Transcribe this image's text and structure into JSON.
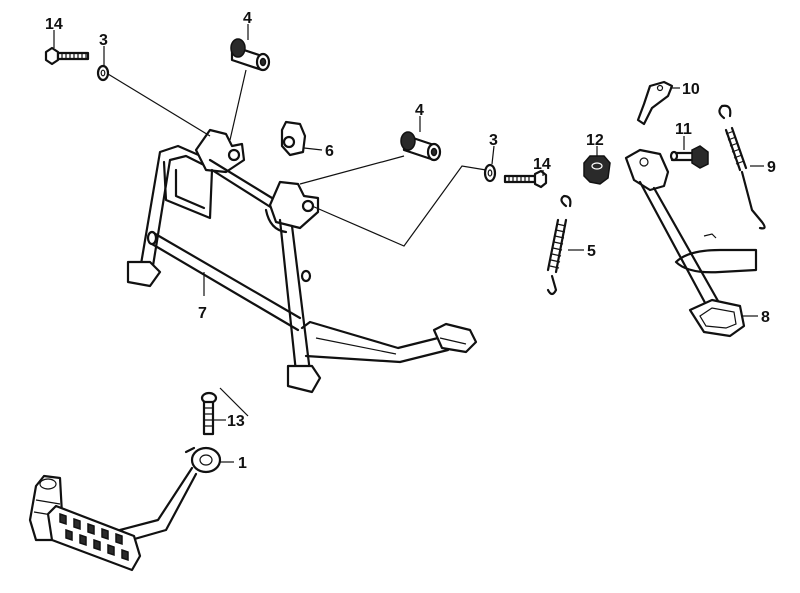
{
  "diagram": {
    "callouts": [
      {
        "id": "c14a",
        "label": "14"
      },
      {
        "id": "c3a",
        "label": "3"
      },
      {
        "id": "c4a",
        "label": "4"
      },
      {
        "id": "c6",
        "label": "6"
      },
      {
        "id": "c4b",
        "label": "4"
      },
      {
        "id": "c3b",
        "label": "3"
      },
      {
        "id": "c14b",
        "label": "14"
      },
      {
        "id": "c12",
        "label": "12"
      },
      {
        "id": "c10",
        "label": "10"
      },
      {
        "id": "c11",
        "label": "11"
      },
      {
        "id": "c9",
        "label": "9"
      },
      {
        "id": "c5",
        "label": "5"
      },
      {
        "id": "c8",
        "label": "8"
      },
      {
        "id": "c7",
        "label": "7"
      },
      {
        "id": "c13",
        "label": "13"
      },
      {
        "id": "c1",
        "label": "1"
      }
    ]
  }
}
